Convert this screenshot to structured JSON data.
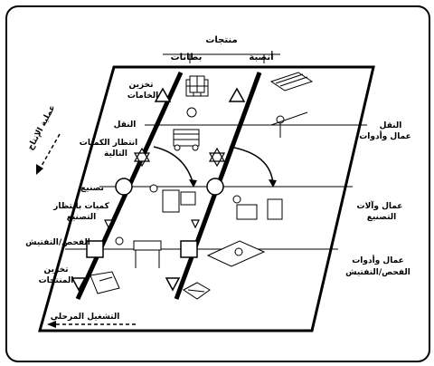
{
  "labels": {
    "products": "منتجات",
    "panels": "بطانات",
    "pipes": "أنصبة",
    "storage_waste_l1": "تخزين",
    "storage_waste_l2": "الخامات",
    "transport": "النقل",
    "wait_batches_l1": "انتظار الكميات",
    "wait_batches_l2": "التالية",
    "flow_label": "عملية الإنتاج",
    "manufacture": "تصنيع",
    "wait_mfg_l1": "كميات بانتظار",
    "wait_mfg_l2": "التصنيع",
    "inspect": "الفحص/التفتيش",
    "storage_products_l1": "تخزين",
    "storage_products_l2": "المنتجات",
    "local_operation": "التشغيل المرحلي",
    "right_transport_l1": "النقل",
    "right_transport_l2": "عمال وأدوات",
    "right_mfg_l1": "عمال وآلات",
    "right_mfg_l2": "التصنيع",
    "right_inspect_l1": "عمال وأدوات",
    "right_inspect_l2": "الفحص/التفتيش"
  }
}
